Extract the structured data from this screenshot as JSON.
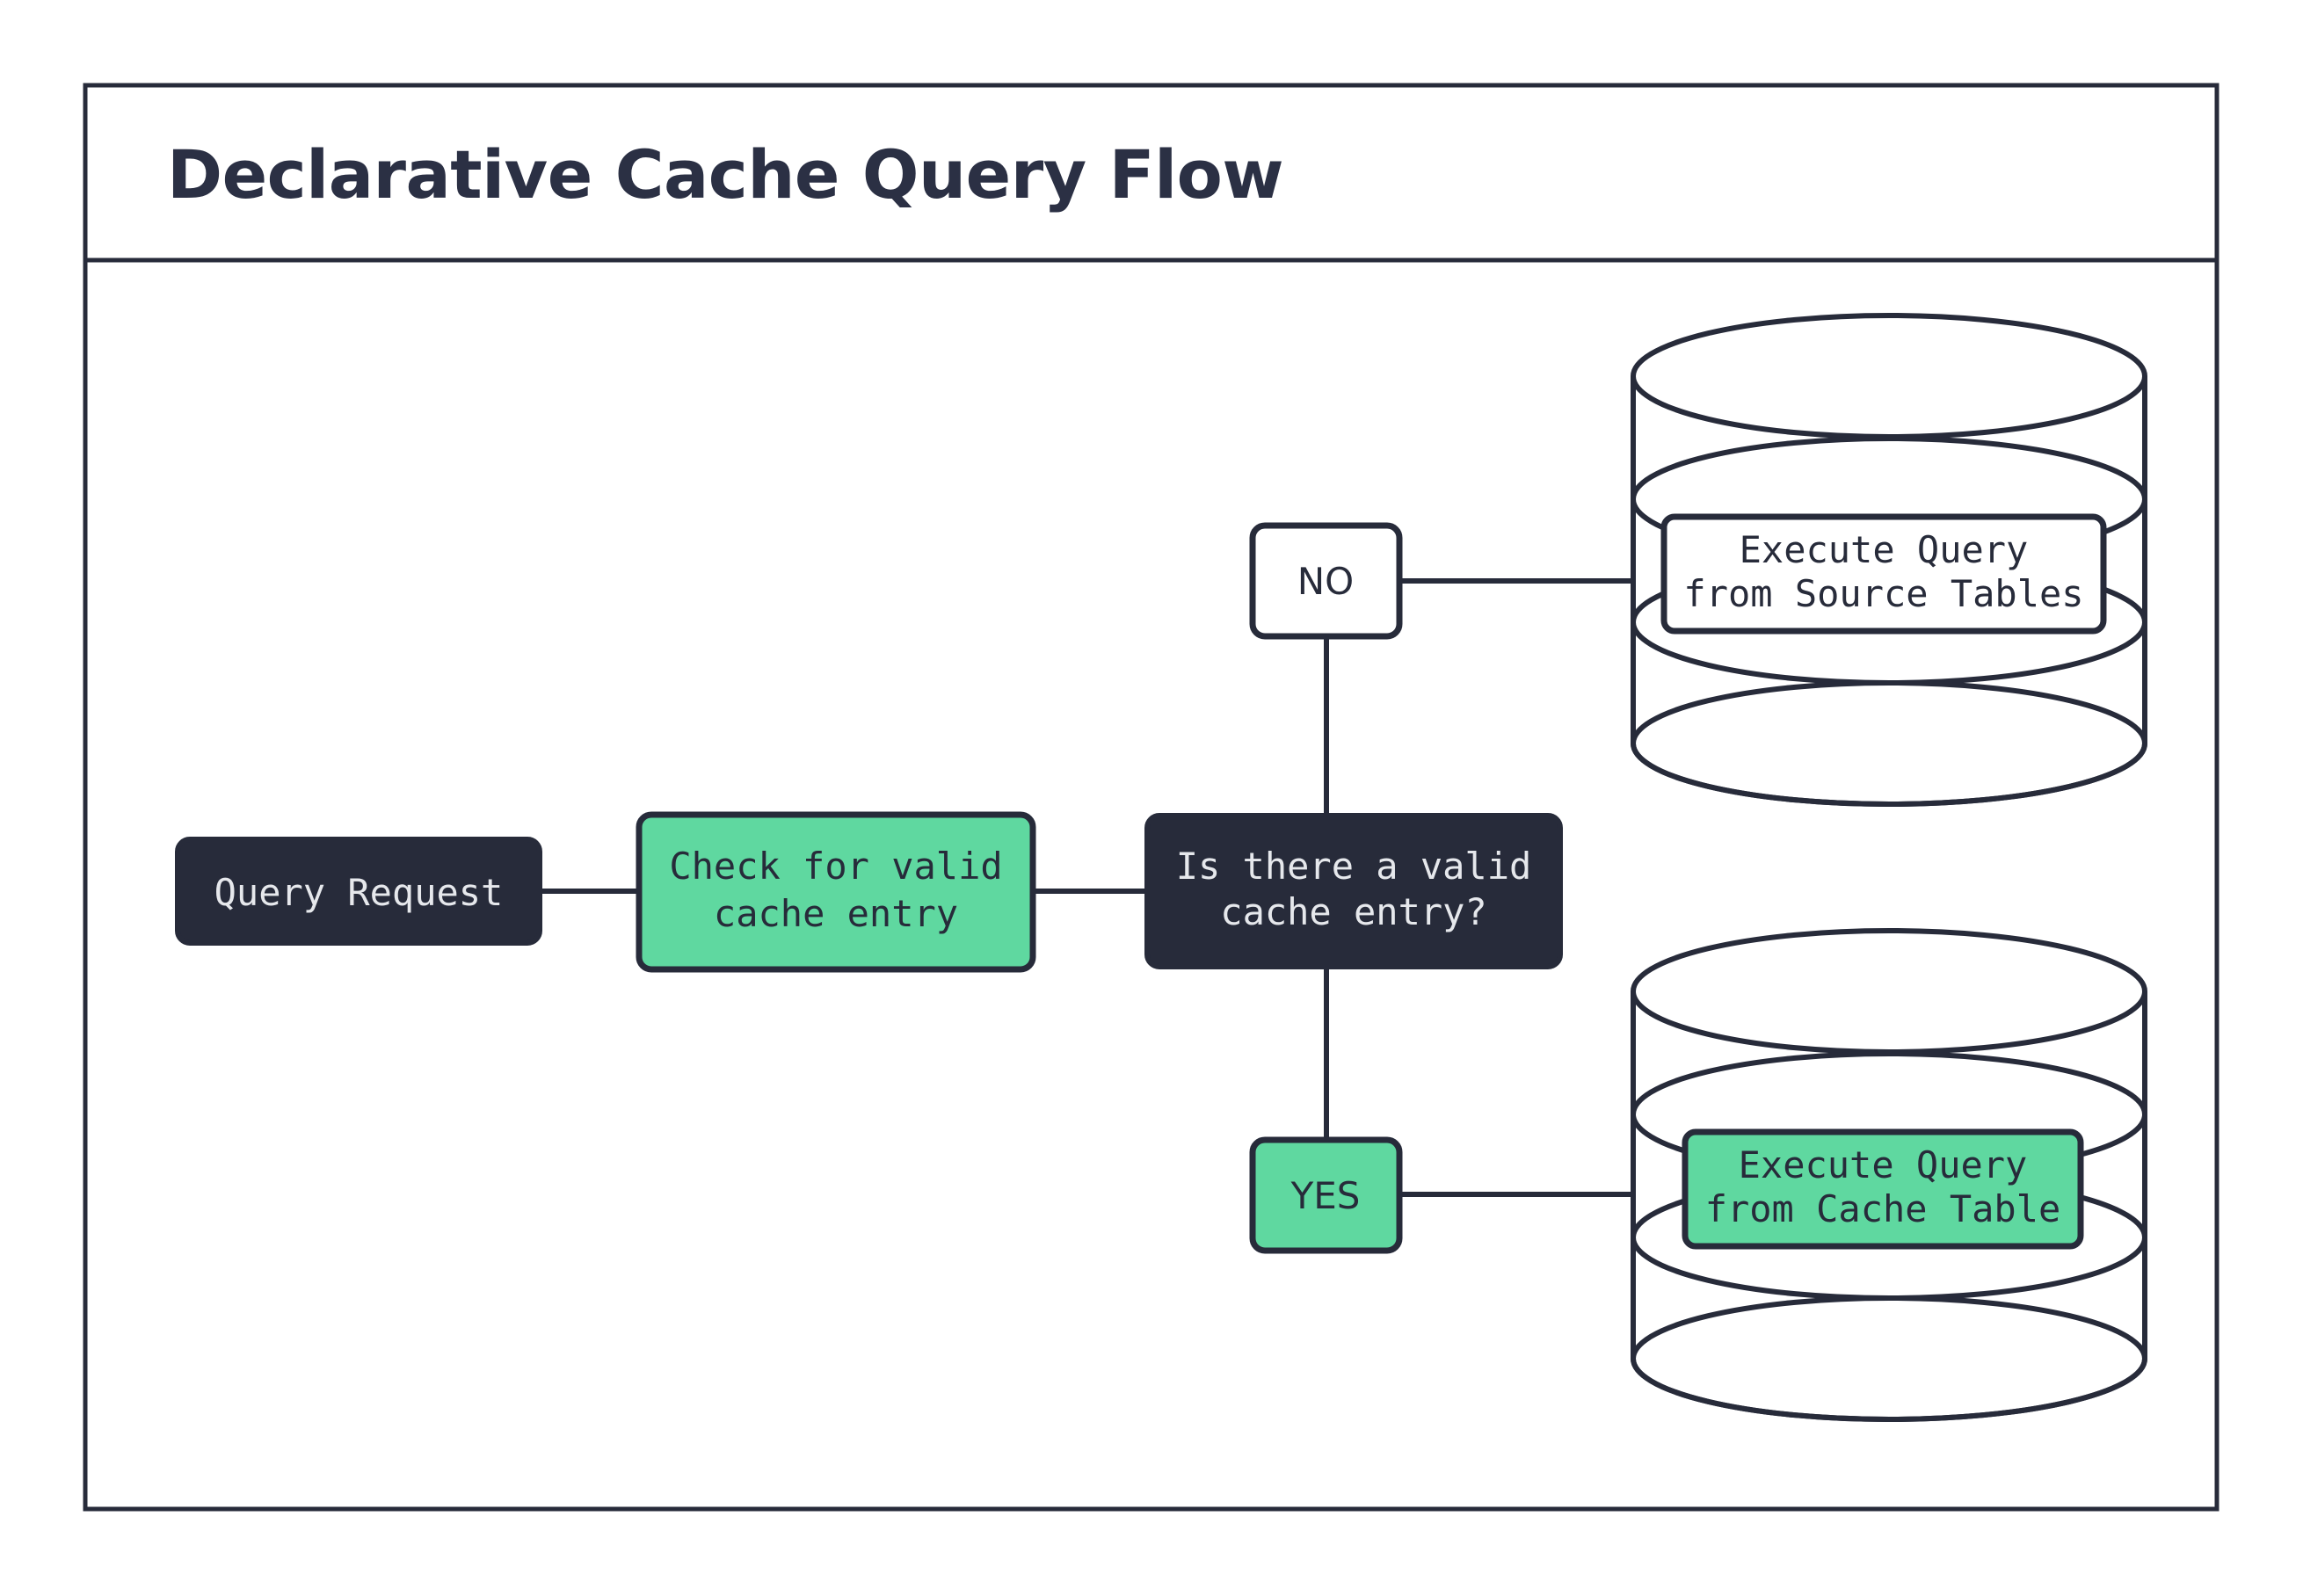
{
  "diagram": {
    "title": "Declarative Cache Query Flow",
    "colors": {
      "dark": "#272b3a",
      "green": "#5fd8a0",
      "white": "#ffffff",
      "text_light": "#e6e8ec"
    },
    "nodes": {
      "query_request": "Query Request",
      "check_cache": {
        "line1": "Check for valid",
        "line2": "cache entry"
      },
      "decision": {
        "line1": "Is there a valid",
        "line2": "cache entry?"
      },
      "no_label": "NO",
      "yes_label": "YES",
      "source_tables": {
        "line1": "Execute Query",
        "line2": "from Source Tables"
      },
      "cache_table": {
        "line1": "Execute Query",
        "line2": "from Cache Table"
      }
    }
  }
}
